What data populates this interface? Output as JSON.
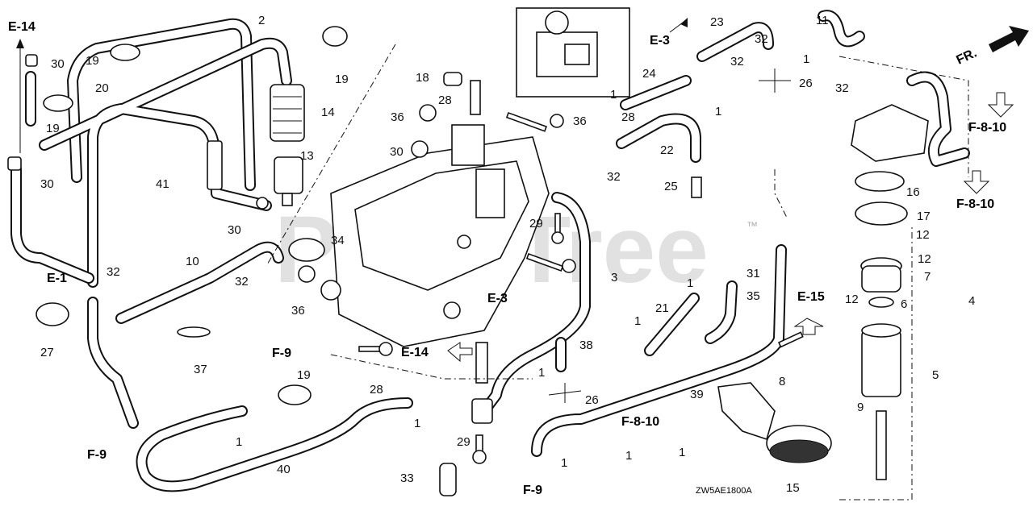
{
  "watermark": {
    "brand": "PartsTree",
    "trademark": "™"
  },
  "diagram_code": "ZW5AE1800A",
  "direction_label": "FR.",
  "references": [
    "E-14",
    "E-3",
    "F-8-10",
    "F-8-10",
    "E-1",
    "E-3",
    "E-14",
    "E-15",
    "F-8-10",
    "F-9",
    "F-9",
    "F-9"
  ],
  "callouts": [
    "2",
    "30",
    "19",
    "20",
    "19",
    "30",
    "41",
    "14",
    "13",
    "19",
    "30",
    "34",
    "10",
    "32",
    "32",
    "27",
    "37",
    "36",
    "36",
    "30",
    "18",
    "28",
    "36",
    "29",
    "28",
    "3",
    "1",
    "1",
    "1",
    "1",
    "22",
    "24",
    "23",
    "32",
    "32",
    "1",
    "26",
    "11",
    "32",
    "16",
    "17",
    "12",
    "12",
    "7",
    "12",
    "6",
    "4",
    "5",
    "9",
    "8",
    "15",
    "25",
    "32",
    "1",
    "31",
    "35",
    "21",
    "38",
    "1",
    "26",
    "39",
    "1",
    "1",
    "29",
    "33",
    "40",
    "19",
    "1",
    "1",
    "28"
  ]
}
